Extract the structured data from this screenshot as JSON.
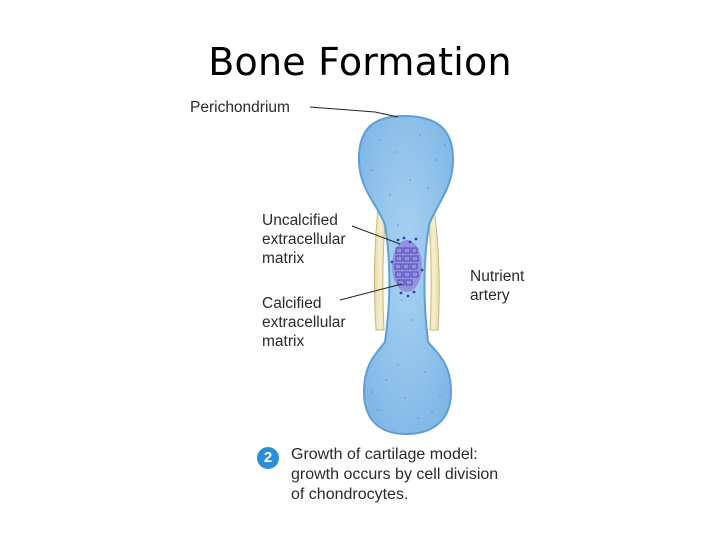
{
  "slide": {
    "title": "Bone Formation"
  },
  "labels": {
    "perichondrium": "Perichondrium",
    "uncalcified": "Uncalcified\nextracellular\nmatrix",
    "calcified": "Calcified\nextracellular\nmatrix",
    "nutrient_artery": "Nutrient\nartery"
  },
  "caption": {
    "step_number": "2",
    "text": "Growth of cartilage model:\ngrowth occurs by cell division\nof chondrocytes."
  },
  "colors": {
    "cartilage": "#8ec1ea",
    "cartilage_edge": "#5f9fd4",
    "perichondrium_band": "#f0e6bf",
    "calcified_cells": "#7a6fd0",
    "badge": "#2a8fd8"
  }
}
